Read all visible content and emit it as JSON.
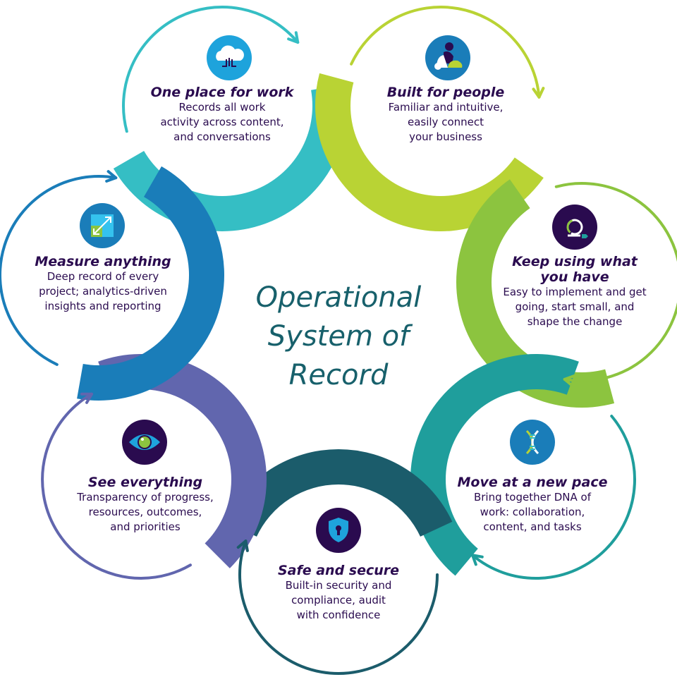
{
  "center": {
    "line1": "Operational",
    "line2": "System of",
    "line3": "Record"
  },
  "colors": {
    "text": "#2a0b4f",
    "center_text": "#17606b",
    "one_place": "#35bec4",
    "built_for_people": "#b9d334",
    "keep_using": "#8cc43f",
    "move_pace": "#1f9e9c",
    "safe_secure": "#1b5c6b",
    "see_everything": "#6166ae",
    "measure": "#1a7db9"
  },
  "nodes": [
    {
      "id": "one-place",
      "title": "One place for work",
      "desc": [
        "Records all work",
        "activity across content,",
        "and conversations"
      ],
      "icon": "cloud-upload-icon"
    },
    {
      "id": "built-for-people",
      "title": "Built for people",
      "desc": [
        "Familiar and intuitive,",
        "easily connect",
        "your business"
      ],
      "icon": "people-icon"
    },
    {
      "id": "keep-using",
      "title": [
        "Keep using what",
        "you have"
      ],
      "desc": [
        "Easy to implement and get",
        "going, start small, and",
        "shape the change"
      ],
      "icon": "cycle-arrow-icon"
    },
    {
      "id": "move-pace",
      "title": "Move at a new pace",
      "desc": [
        "Bring together DNA of",
        "work: collaboration,",
        "content, and tasks"
      ],
      "icon": "dna-icon"
    },
    {
      "id": "safe-secure",
      "title": "Safe and secure",
      "desc": [
        "Built-in security and",
        "compliance, audit",
        "with confidence"
      ],
      "icon": "shield-lock-icon"
    },
    {
      "id": "see-everything",
      "title": "See everything",
      "desc": [
        "Transparency of progress,",
        "resources, outcomes,",
        "and priorities"
      ],
      "icon": "eye-icon"
    },
    {
      "id": "measure",
      "title": "Measure anything",
      "desc": [
        "Deep record of every",
        "project; analytics-driven",
        "insights and reporting"
      ],
      "icon": "resize-arrow-icon"
    }
  ]
}
